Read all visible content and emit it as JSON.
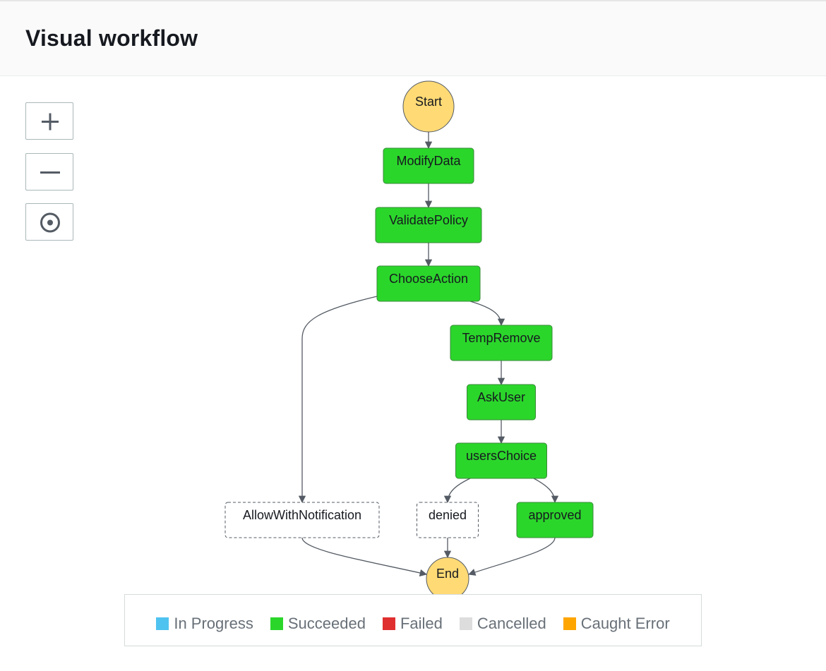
{
  "header": {
    "title": "Visual workflow"
  },
  "zoom_controls": {
    "zoom_in_icon": "plus-icon",
    "zoom_out_icon": "minus-icon",
    "center_icon": "target-icon"
  },
  "workflow": {
    "nodes": [
      {
        "id": "start",
        "label": "Start",
        "kind": "terminal",
        "status": "start"
      },
      {
        "id": "modify_data",
        "label": "ModifyData",
        "kind": "state",
        "status": "succeeded"
      },
      {
        "id": "validate_policy",
        "label": "ValidatePolicy",
        "kind": "state",
        "status": "succeeded"
      },
      {
        "id": "choose_action",
        "label": "ChooseAction",
        "kind": "state",
        "status": "succeeded"
      },
      {
        "id": "temp_remove",
        "label": "TempRemove",
        "kind": "state",
        "status": "succeeded"
      },
      {
        "id": "ask_user",
        "label": "AskUser",
        "kind": "state",
        "status": "succeeded"
      },
      {
        "id": "users_choice",
        "label": "usersChoice",
        "kind": "state",
        "status": "succeeded"
      },
      {
        "id": "allow_with_notification",
        "label": "AllowWithNotification",
        "kind": "state",
        "status": "not-run"
      },
      {
        "id": "denied",
        "label": "denied",
        "kind": "state",
        "status": "not-run"
      },
      {
        "id": "approved",
        "label": "approved",
        "kind": "state",
        "status": "succeeded"
      },
      {
        "id": "end",
        "label": "End",
        "kind": "terminal",
        "status": "end"
      }
    ],
    "edges": [
      [
        "start",
        "modify_data"
      ],
      [
        "modify_data",
        "validate_policy"
      ],
      [
        "validate_policy",
        "choose_action"
      ],
      [
        "choose_action",
        "allow_with_notification"
      ],
      [
        "choose_action",
        "temp_remove"
      ],
      [
        "temp_remove",
        "ask_user"
      ],
      [
        "ask_user",
        "users_choice"
      ],
      [
        "users_choice",
        "denied"
      ],
      [
        "users_choice",
        "approved"
      ],
      [
        "allow_with_notification",
        "end"
      ],
      [
        "denied",
        "end"
      ],
      [
        "approved",
        "end"
      ]
    ]
  },
  "colors": {
    "succeeded": "#2bd62b",
    "terminal": "#ffda75",
    "in_progress": "#4fc3f0",
    "failed": "#e02f2f",
    "cancelled": "#dddddd",
    "caught_error": "#ffa500",
    "edge": "#545b64"
  },
  "legend": [
    {
      "label": "In Progress",
      "color": "#4fc3f0"
    },
    {
      "label": "Succeeded",
      "color": "#2bd62b"
    },
    {
      "label": "Failed",
      "color": "#e02f2f"
    },
    {
      "label": "Cancelled",
      "color": "#dddddd"
    },
    {
      "label": "Caught Error",
      "color": "#ffa500"
    }
  ]
}
